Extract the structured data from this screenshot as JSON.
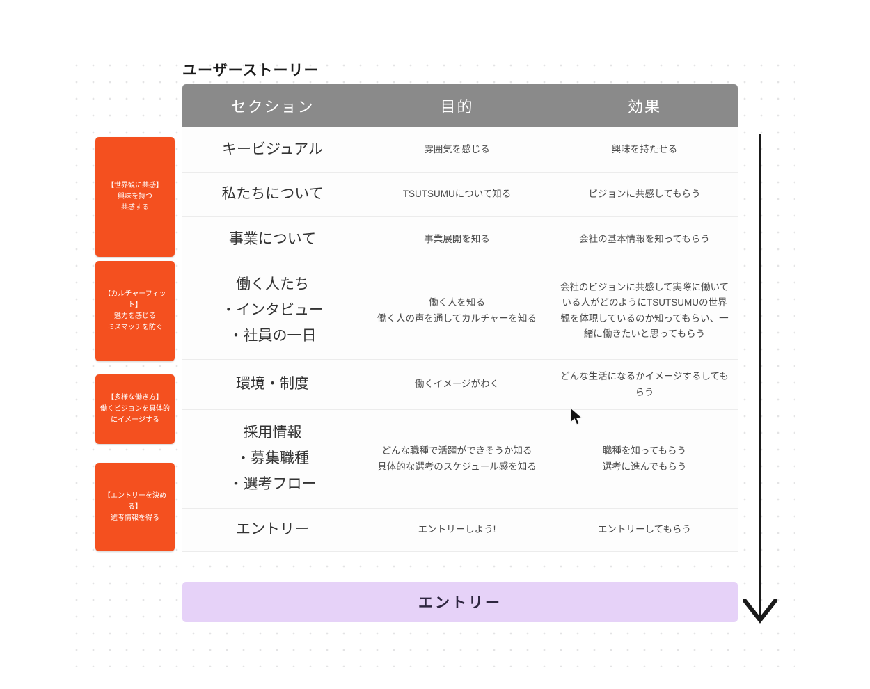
{
  "canvas": {
    "title": "ユーザーストーリー"
  },
  "table": {
    "headers": [
      "セクション",
      "目的",
      "効果"
    ],
    "rows": [
      {
        "section": "キービジュアル",
        "purpose": "雰囲気を感じる",
        "effect": "興味を持たせる"
      },
      {
        "section": "私たちについて",
        "purpose": "TSUTSUMUについて知る",
        "effect": "ビジョンに共感してもらう"
      },
      {
        "section": "事業について",
        "purpose": "事業展開を知る",
        "effect": "会社の基本情報を知ってもらう"
      },
      {
        "section": "働く人たち\n・インタビュー\n・社員の一日",
        "purpose": "働く人を知る\n働く人の声を通してカルチャーを知る",
        "effect": "会社のビジョンに共感して実際に働いている人がどのようにTSUTSUMUの世界観を体現しているのか知ってもらい、一緒に働きたいと思ってもらう"
      },
      {
        "section": "環境・制度",
        "purpose": "働くイメージがわく",
        "effect": "どんな生活になるかイメージするしてもらう"
      },
      {
        "section": "採用情報\n・募集職種\n・選考フロー",
        "purpose": "どんな職種で活躍ができそうか知る\n具体的な選考のスケジュール感を知る",
        "effect": "職種を知ってもらう\n選考に進んでもらう"
      },
      {
        "section": "エントリー",
        "purpose": "エントリーしよう!",
        "effect": "エントリーしてもらう"
      }
    ]
  },
  "sticky_notes": [
    {
      "text": "【世界観に共感】\n興味を持つ\n共感する"
    },
    {
      "text": "【カルチャーフィット】\n魅力を感じる\nミスマッチを防ぐ"
    },
    {
      "text": "【多様な働き方】\n働くビジョンを具体的にイメージする"
    },
    {
      "text": "【エントリーを決める】\n選考情報を得る"
    }
  ],
  "entry_bar": {
    "label": "エントリー"
  },
  "colors": {
    "sticky_orange": "#f4501f",
    "header_gray": "#8a8a8a",
    "entry_purple_bg": "#e6d2f8",
    "entry_purple_text": "#2e2640",
    "arrow_black": "#1a1a1a"
  }
}
